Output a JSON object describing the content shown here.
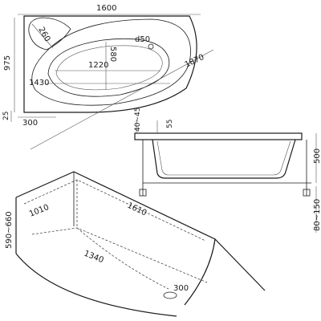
{
  "top_view": {
    "width": "1600",
    "depth": "975",
    "headrest": "260",
    "drain": "d50",
    "inner_depth": "580",
    "inner_length": "1220",
    "inner_outer_length": "1430",
    "diagonal": "1870",
    "corner_offset": "300",
    "corner_depth": "25"
  },
  "side_view": {
    "rim_gap": "40~45",
    "rim_thickness": "55",
    "height": "500",
    "legs": "80~150"
  },
  "iso_view": {
    "side_depth": "1010",
    "side_length": "1610",
    "height": "590~660",
    "front_length": "1340",
    "corner": "300"
  }
}
